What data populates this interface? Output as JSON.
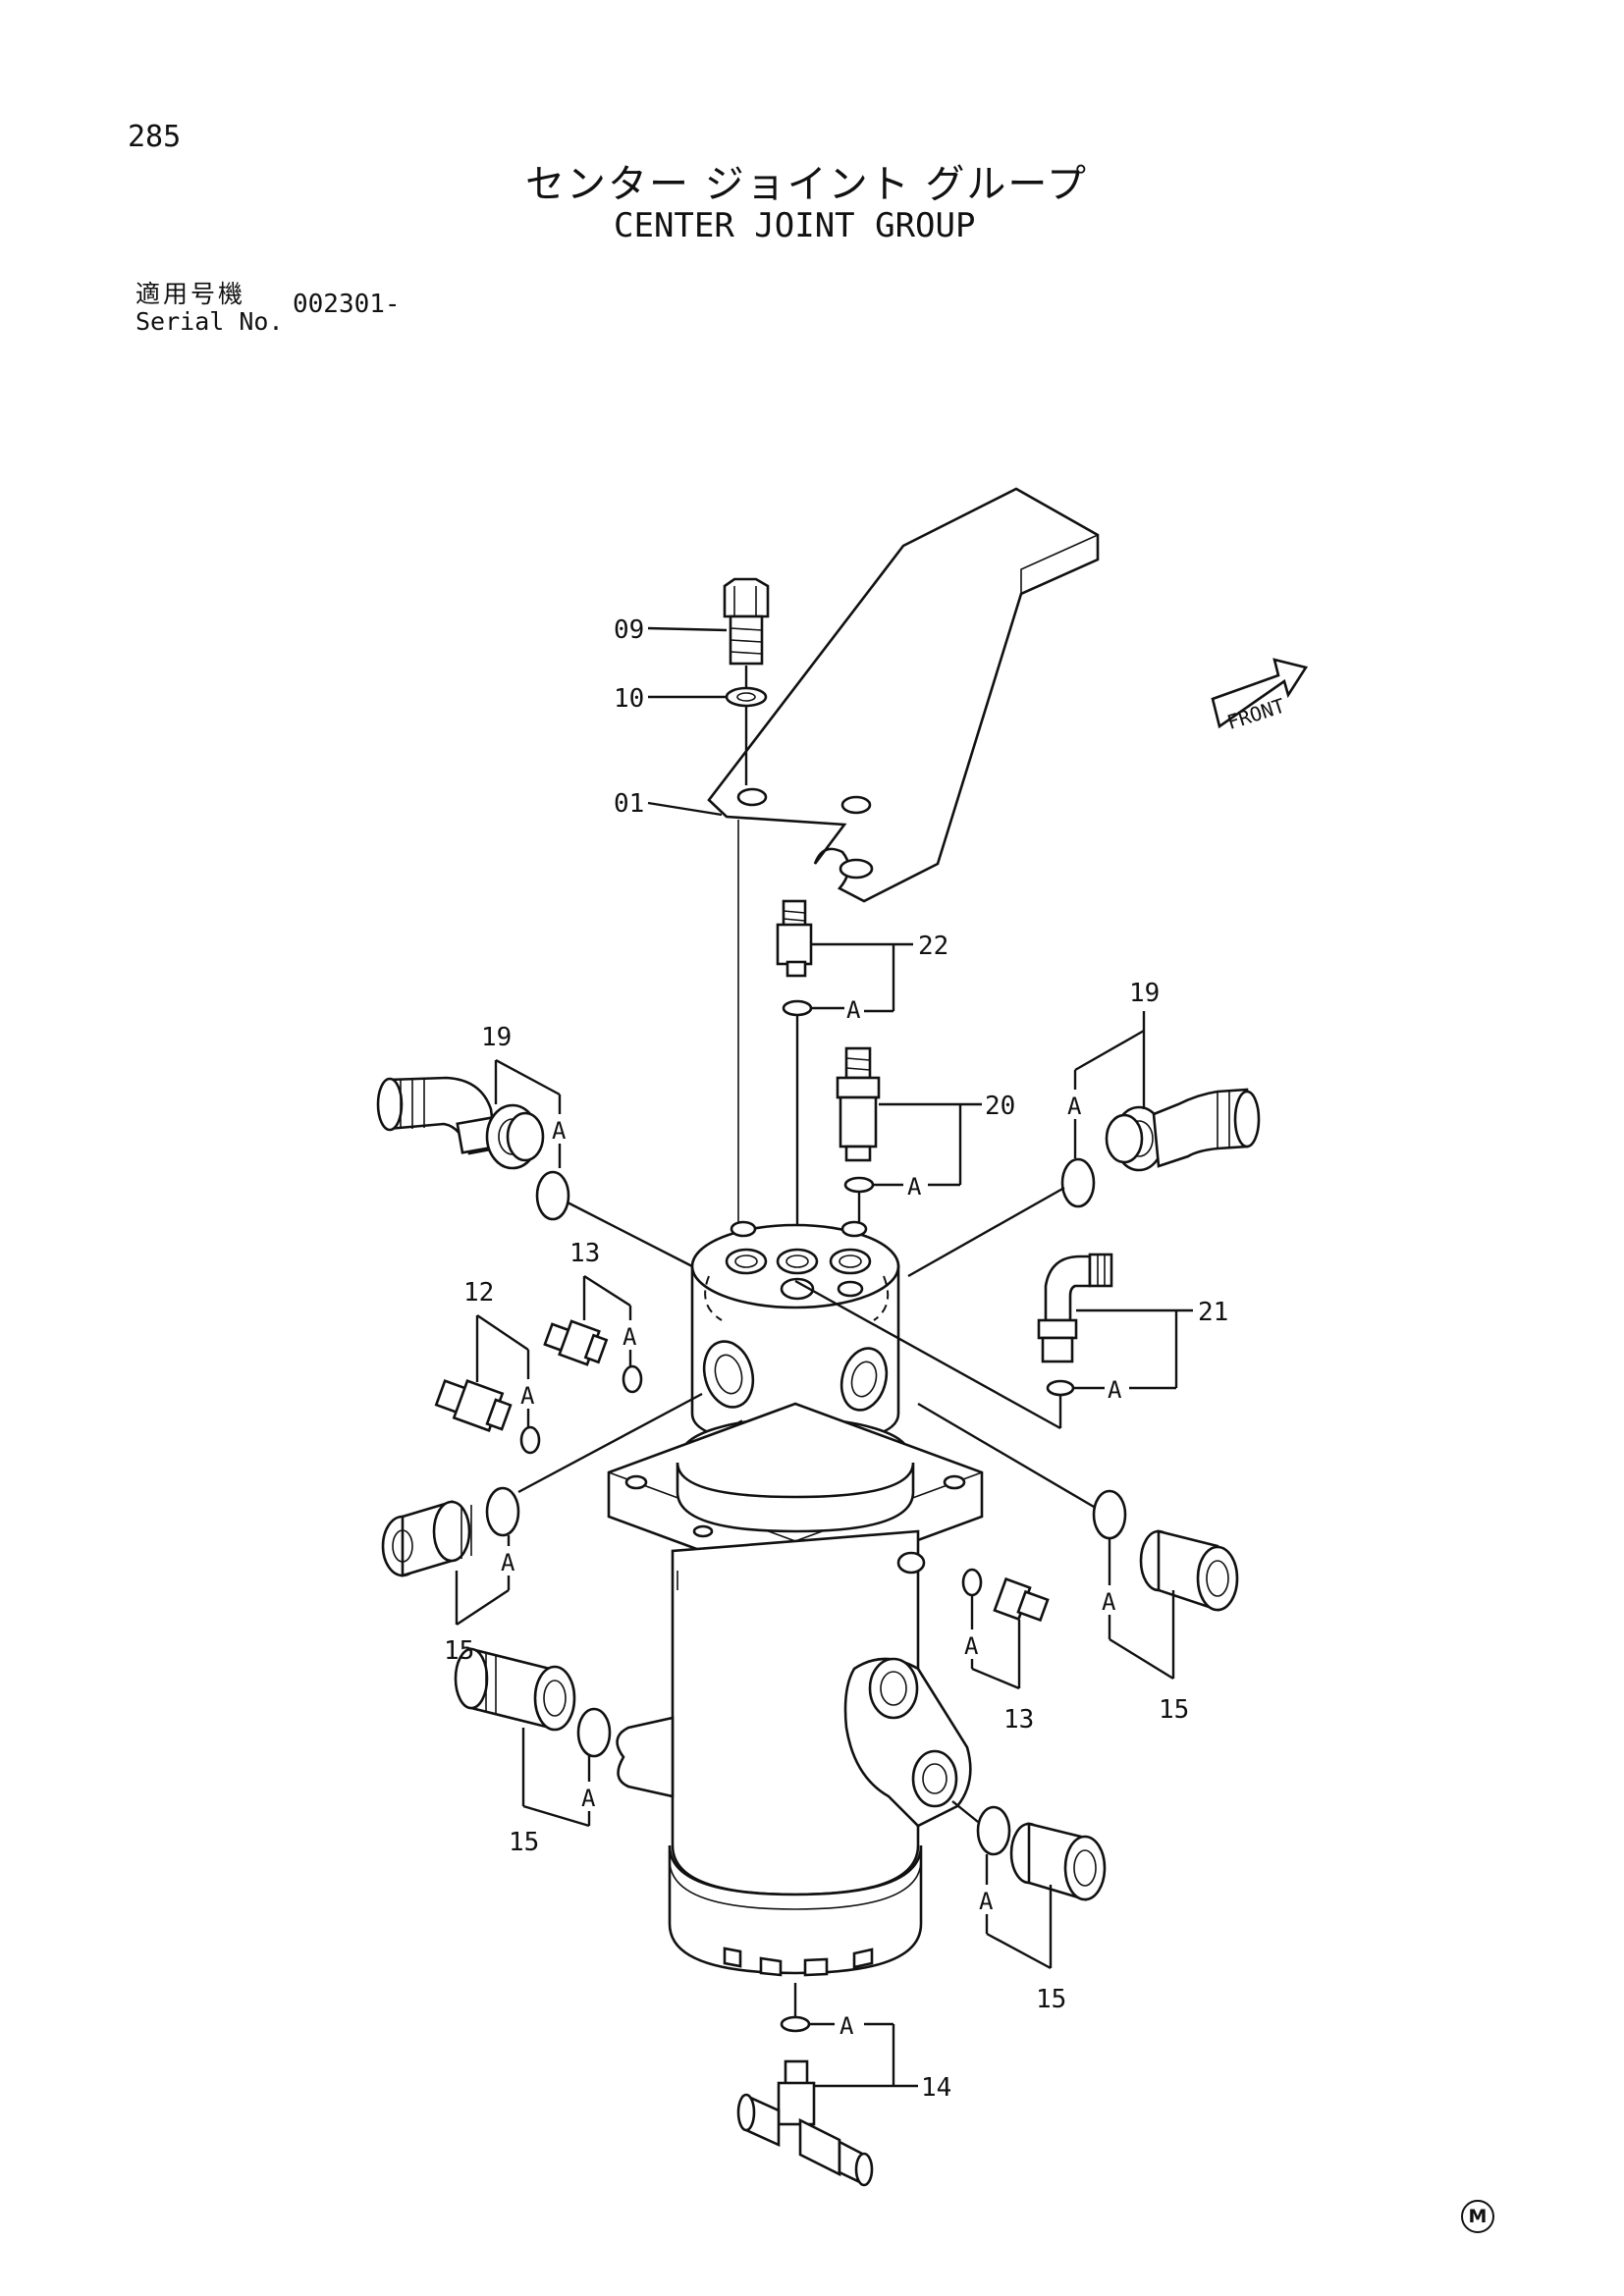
{
  "header": {
    "page_number": "285",
    "title_jp": "センター ジョイント グループ",
    "title_en": "CENTER JOINT GROUP",
    "serial_label_jp": "適用号機",
    "serial_label_en": "Serial No.",
    "serial_value": "002301-"
  },
  "diagram": {
    "front_label": "FRONT",
    "callouts": {
      "c09": "09",
      "c10": "10",
      "c01": "01",
      "c22": "22",
      "c20": "20",
      "c19_left": "19",
      "c19_right": "19",
      "c21": "21",
      "c13_upper": "13",
      "c12": "12",
      "c15_left_upper": "15",
      "c15_left_lower": "15",
      "c15_right_upper": "15",
      "c15_right_lower": "15",
      "c13_lower": "13",
      "c14": "14"
    },
    "oring_marker": "A"
  },
  "footer": {
    "mark": "M"
  }
}
